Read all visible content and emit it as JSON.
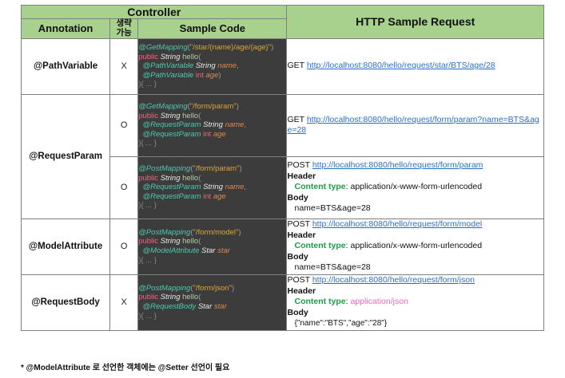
{
  "table": {
    "header": {
      "group_controller": "Controller",
      "group_http": "HTTP  Sample  Request",
      "col_annotation": "Annotation",
      "col_omittable_line1": "생략",
      "col_omittable_line2": "가능",
      "col_sample_code": "Sample Code"
    },
    "rows": [
      {
        "annotation": "@PathVariable",
        "omittable": "X",
        "code": {
          "mapping_annotation": "@GetMapping",
          "mapping_path": "\"/star/{name}/age/{age}\"",
          "signature_keyword": "public",
          "signature_type": "String",
          "signature_method": "hello",
          "params": [
            {
              "annotation": "@PathVariable",
              "type": "String",
              "name": "name",
              "trailing": ","
            },
            {
              "annotation": "@PathVariable",
              "type": "int",
              "name": "age",
              "trailing": ")"
            }
          ],
          "body": "){ ... }"
        },
        "http": {
          "method": "GET",
          "url": "http://localhost:8080/hello/request/star/BTS/age/28",
          "header_label": "",
          "content_type_label": "",
          "content_type_value": "",
          "body_label": "",
          "body_value": ""
        }
      },
      {
        "annotation": "@RequestParam",
        "annotation_rowspan": 2,
        "omittable": "O",
        "code": {
          "mapping_annotation": "@GetMapping",
          "mapping_path": "\"/form/param\"",
          "signature_keyword": "public",
          "signature_type": "String",
          "signature_method": "hello",
          "params": [
            {
              "annotation": "@RequestParam",
              "type": "String",
              "name": "name",
              "trailing": ","
            },
            {
              "annotation": "@RequestParam",
              "type": "int",
              "name": "age",
              "trailing": ""
            }
          ],
          "body": "){ ... }"
        },
        "http": {
          "method": "GET",
          "url": "http://localhost:8080/hello/request/form/param?name=BTS&age=28",
          "header_label": "",
          "content_type_label": "",
          "content_type_value": "",
          "body_label": "",
          "body_value": ""
        }
      },
      {
        "annotation": "",
        "omittable": "O",
        "code": {
          "mapping_annotation": "@PostMapping",
          "mapping_path": "\"/form/param\"",
          "signature_keyword": "public",
          "signature_type": "String",
          "signature_method": "hello",
          "params": [
            {
              "annotation": "@RequestParam",
              "type": "String",
              "name": "name",
              "trailing": ","
            },
            {
              "annotation": "@RequestParam",
              "type": "int",
              "name": "age",
              "trailing": ""
            }
          ],
          "body": "){ ... }"
        },
        "http": {
          "method": "POST",
          "url": "http://localhost:8080/hello/request/form/param",
          "header_label": "Header",
          "content_type_label": "Content type",
          "content_type_value": ": application/x-www-form-urlencoded",
          "body_label": "Body",
          "body_value": "name=BTS&age=28"
        }
      },
      {
        "annotation": "@ModelAttribute",
        "omittable": "O",
        "code": {
          "mapping_annotation": "@PostMapping",
          "mapping_path": "\"/form/model\"",
          "signature_keyword": "public",
          "signature_type": "String",
          "signature_method": "hello",
          "params": [
            {
              "annotation": "@ModelAttribute",
              "type": "Star",
              "name": "star",
              "trailing": ""
            }
          ],
          "body": "){ ... }"
        },
        "http": {
          "method": "POST",
          "url": "http://localhost:8080/hello/request/form/model",
          "header_label": "Header",
          "content_type_label": "Content type",
          "content_type_value": ": application/x-www-form-urlencoded",
          "body_label": "Body",
          "body_value": "name=BTS&age=28"
        }
      },
      {
        "annotation": "@RequestBody",
        "omittable": "X",
        "code": {
          "mapping_annotation": "@PostMapping",
          "mapping_path": "\"/form/json\"",
          "signature_keyword": "public",
          "signature_type": "String",
          "signature_method": "hello",
          "params": [
            {
              "annotation": "@RequestBody",
              "type": "Star",
              "name": "star",
              "trailing": ""
            }
          ],
          "body": "){ ... }"
        },
        "http": {
          "method": "POST",
          "url": "http://localhost:8080/hello/request/form/json",
          "header_label": "Header",
          "content_type_label": "Content type",
          "content_type_value_json": "application/json",
          "body_label": "Body",
          "body_value": "{\"name\":\"BTS\",\"age\":\"28\"}"
        }
      }
    ]
  },
  "footnote": "* @ModelAttribute 로 선언한 객체에는 @Setter 선언이 필요",
  "colors": {
    "header_green": "#a9d18e",
    "code_background": "#3c3c3c",
    "link_blue": "#2a6fc9",
    "content_type_green": "#1f9c4a",
    "json_pink": "#e06bbd"
  }
}
